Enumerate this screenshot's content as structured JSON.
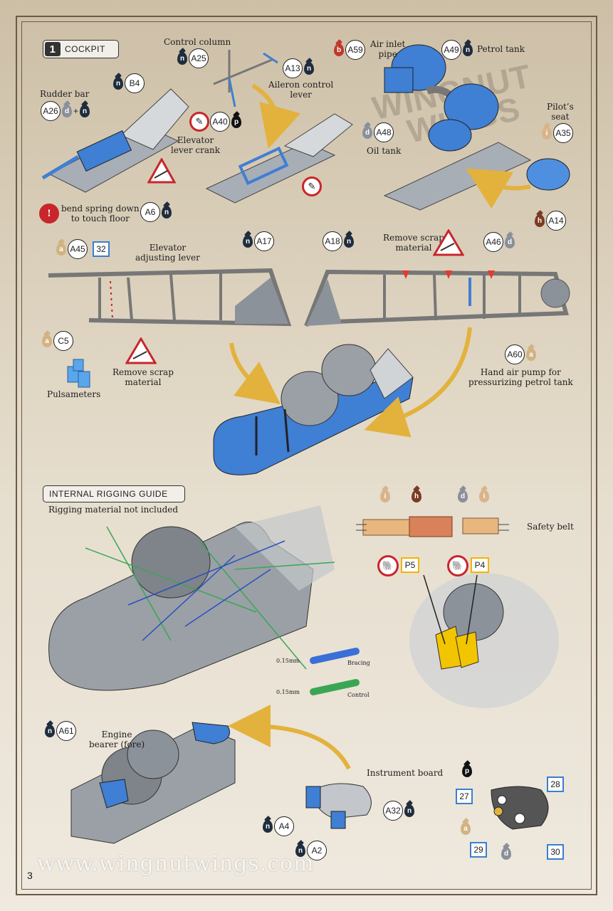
{
  "section": {
    "step": "1",
    "title": "COCKPIT"
  },
  "rigging": {
    "title": "INTERNAL RIGGING GUIDE",
    "note": "Rigging material not included",
    "bracing_size": "0.15mm",
    "bracing_label": "Bracing",
    "control_size": "0.15mm",
    "control_label": "Control"
  },
  "labels": {
    "control_column": "Control column",
    "aileron_control_lever": "Aileron control\nlever",
    "rudder_bar": "Rudder bar",
    "elevator_lever_crank": "Elevator\nlever crank",
    "bend_spring": "bend spring down\nto touch floor",
    "air_inlet_pipe": "Air inlet\npipe",
    "petrol_tank": "Petrol tank",
    "pilots_seat": "Pilot’s\nseat",
    "oil_tank": "Oil tank",
    "elevator_adjusting_lever": "Elevator\nadjusting lever",
    "remove_scrap_top": "Remove scrap\nmaterial",
    "remove_scrap_left": "Remove scrap\nmaterial",
    "pulsameters": "Pulsameters",
    "hand_air_pump": "Hand air pump for\npressurizing petrol tank",
    "safety_belt": "Safety belt",
    "engine_bearer": "Engine\nbearer (fore)",
    "instrument_board": "Instrument board"
  },
  "parts": {
    "A25": {
      "id": "A25",
      "color": "n"
    },
    "A13": {
      "id": "A13",
      "color": "n"
    },
    "B4": {
      "id": "B4",
      "color": "n"
    },
    "A26": {
      "id": "A26",
      "color1": "d",
      "plus": "+",
      "color2": "n"
    },
    "A40": {
      "id": "A40",
      "color": "p"
    },
    "A6": {
      "id": "A6",
      "color": "n"
    },
    "A59": {
      "id": "A59",
      "color": "b"
    },
    "A49": {
      "id": "A49",
      "color": "n"
    },
    "A48": {
      "id": "A48",
      "color": "d"
    },
    "A35": {
      "id": "A35",
      "color": "i"
    },
    "A14": {
      "id": "A14",
      "color": "h"
    },
    "A45": {
      "id": "A45",
      "color": "a"
    },
    "A17": {
      "id": "A17",
      "color": "n"
    },
    "A18": {
      "id": "A18",
      "color": "n"
    },
    "A46": {
      "id": "A46",
      "color": "d"
    },
    "C5": {
      "id": "C5",
      "color": "a"
    },
    "A60": {
      "id": "A60",
      "color": "a"
    },
    "A61": {
      "id": "A61",
      "color": "n"
    },
    "A32": {
      "id": "A32",
      "color": "n"
    },
    "A4": {
      "id": "A4",
      "color": "n"
    },
    "A2": {
      "id": "A2",
      "color": "n"
    }
  },
  "decals": {
    "d32": "32",
    "d27": "27",
    "d28": "28",
    "d29": "29",
    "d30": "30"
  },
  "photoetch": {
    "p5": "P5",
    "p4": "P4"
  },
  "belt_colors": {
    "c1": "i",
    "c2": "h",
    "c3": "d",
    "c4": "i"
  },
  "instrument_colors": {
    "top": "p",
    "left": "a",
    "bottom": "d"
  },
  "colors": {
    "n": "#1f2d3d",
    "d": "#8a8f9a",
    "p": "#111111",
    "b": "#c0392b",
    "i": "#d9b48a",
    "h": "#7a3b22",
    "a": "#d2b283",
    "blue_part": "#3f7fd4",
    "grey_part": "#8c9299",
    "accent_arrow": "#e3b23c"
  },
  "brand": {
    "watermark": "WINGNUT WINGS",
    "url": "www.wingnutwings.com",
    "page": "3"
  }
}
